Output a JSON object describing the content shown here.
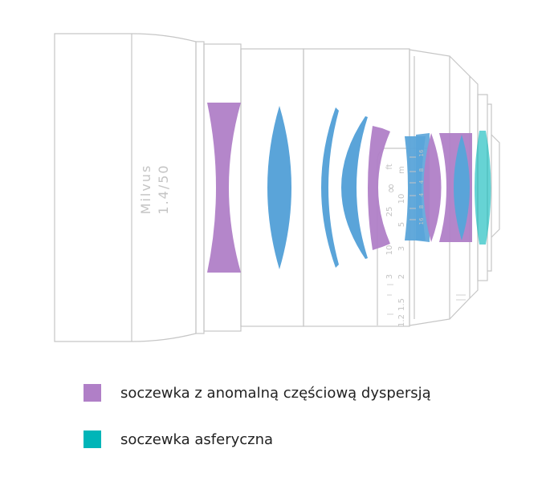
{
  "lens": {
    "model_line1": "Milvus",
    "model_line2": "1.4/50"
  },
  "scale": {
    "unit_ft": "ft",
    "unit_m": "m",
    "infinity": "∞",
    "ft_values": [
      "25",
      "10",
      "5",
      "3"
    ],
    "m_values": [
      "10",
      "3",
      "2",
      "1.5",
      "1.2"
    ],
    "dof_marks": [
      "16",
      "8",
      "4",
      "4",
      "8",
      "16"
    ]
  },
  "legend": {
    "items": [
      {
        "label": "soczewka z anomalną częściową dyspersją",
        "color": "#b07fc7"
      },
      {
        "label": "soczewka asferyczna",
        "color": "#00b5b8"
      }
    ]
  },
  "colors": {
    "outline": "#c6c6c6",
    "standard_lens": "#5aa4d9",
    "apd_lens": "#b07fc7",
    "aspheric_lens": "#00b5b8"
  }
}
